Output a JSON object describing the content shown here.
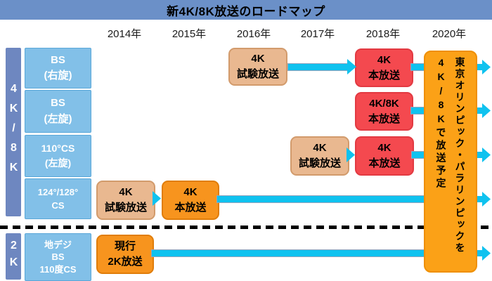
{
  "title": "新4K/8K放送のロードマップ",
  "years": [
    "2014年",
    "2015年",
    "2016年",
    "2017年",
    "2018年",
    "2020年"
  ],
  "groups": {
    "upper": "4K/8K",
    "lower": "2K"
  },
  "channels": [
    {
      "line1": "BS",
      "line2": "(右旋)"
    },
    {
      "line1": "BS",
      "line2": "(左旋)"
    },
    {
      "line1": "110°CS",
      "line2": "(左旋)"
    },
    {
      "line1": "124°/128°",
      "line2": "CS"
    },
    {
      "line1": "地デジ",
      "line2": "BS",
      "line3": "110度CS"
    }
  ],
  "events": {
    "bs_right_trial": {
      "line1": "4K",
      "line2": "試験放送",
      "year": "2016年",
      "row": "BS(右旋)"
    },
    "bs_right_main": {
      "line1": "4K",
      "line2": "本放送",
      "year": "2018年",
      "row": "BS(右旋)"
    },
    "bs_left_main": {
      "line1": "4K/8K",
      "line2": "本放送",
      "year": "2018年",
      "row": "BS(左旋)"
    },
    "cs110_trial": {
      "line1": "4K",
      "line2": "試験放送",
      "year": "2017年",
      "row": "110°CS(左旋)"
    },
    "cs110_main": {
      "line1": "4K",
      "line2": "本放送",
      "year": "2018年",
      "row": "110°CS(左旋)"
    },
    "cs124_trial": {
      "line1": "4K",
      "line2": "試験放送",
      "year": "2014年",
      "row": "124°/128°CS"
    },
    "cs124_main": {
      "line1": "4K",
      "line2": "本放送",
      "year": "2015年",
      "row": "124°/128°CS"
    },
    "terrestrial_current": {
      "line1": "現行",
      "line2": "2K放送",
      "year": "2014年",
      "row": "地デジ/BS/110度CS"
    }
  },
  "olympics": {
    "right_column": "東京オリンピック・パラリンピックを",
    "left_column": "4K/8Kで放送予定",
    "year": "2020年"
  },
  "colors": {
    "header_blue": "#6b90c8",
    "band_blue": "#6e87c0",
    "channel_blue": "#82c0e8",
    "channel_border": "#5aa7d8",
    "trial_tan": "#e9b890",
    "trial_border": "#d29b6c",
    "main_orange": "#f7941e",
    "orange_border": "#e07d0a",
    "main_red": "#f4494f",
    "red_border": "#e23a42",
    "olympics_orange": "#fba117",
    "olympics_border": "#ef8f00",
    "arrow_cyan": "#0fc2ef",
    "line_border": "#94a4bd"
  }
}
